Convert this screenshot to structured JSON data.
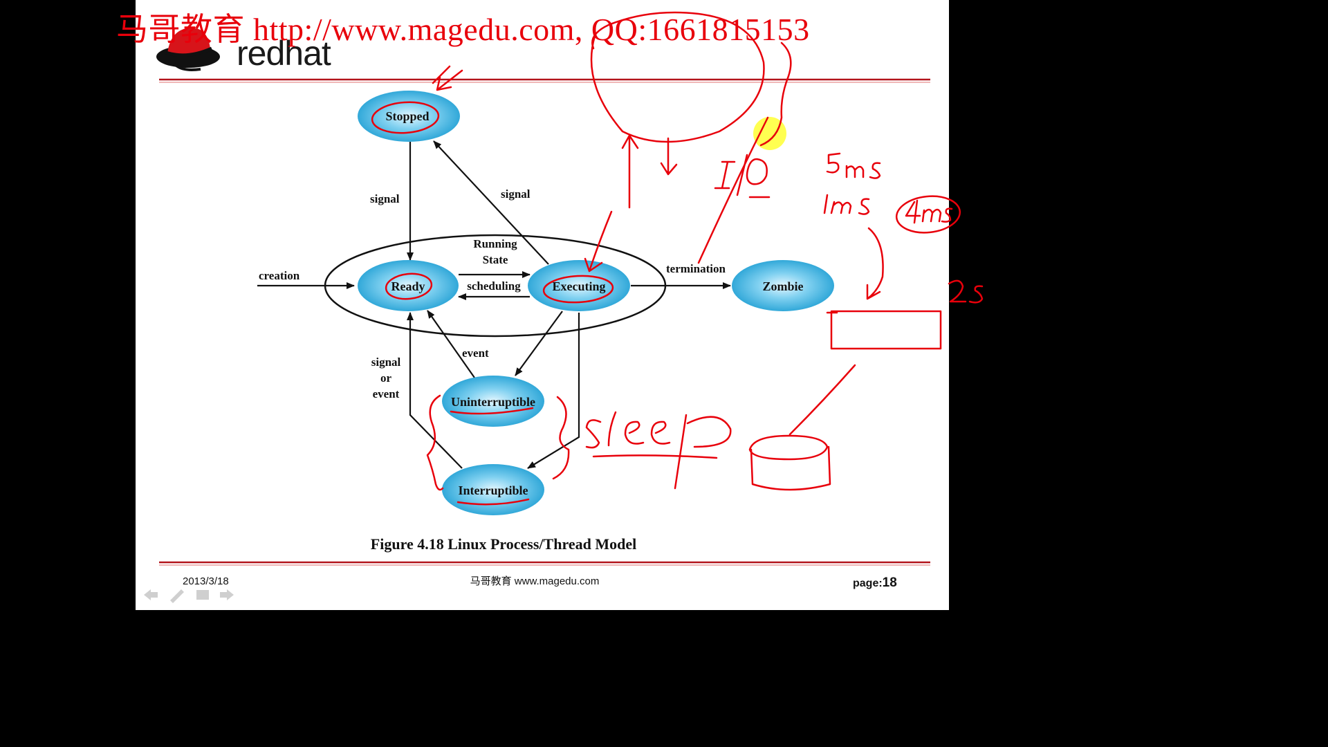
{
  "watermark": "马哥教育 http://www.magedu.com, QQ:1661815153",
  "logo": {
    "text": "redhat"
  },
  "nodes": {
    "stopped": "Stopped",
    "ready": "Ready",
    "executing": "Executing",
    "zombie": "Zombie",
    "uninterruptible": "Uninterruptible",
    "interruptible": "Interruptible"
  },
  "labels": {
    "running_state_1": "Running",
    "running_state_2": "State",
    "creation": "creation",
    "termination": "termination",
    "scheduling": "scheduling",
    "signal_left": "signal",
    "signal_right": "signal",
    "event": "event",
    "signal_or_event_1": "signal",
    "signal_or_event_2": "or",
    "signal_or_event_3": "event"
  },
  "caption": "Figure 4.18   Linux Process/Thread Model",
  "footer": {
    "date": "2013/3/18",
    "center": "马哥教育 www.magedu.com",
    "page_label": "page:",
    "page_number": "18"
  },
  "annotations": {
    "io": "I/O",
    "ms5": "5ms",
    "ms1": "1ms",
    "ms4": "4ms",
    "s2": "2s",
    "sleep": "sleep"
  },
  "colors": {
    "node_fill": "#39b0dc",
    "ink_red": "#e8000b",
    "rule_red": "#b3141b",
    "highlight": "#ffff33"
  },
  "nav_icons": [
    "arrow-left-icon",
    "pen-icon",
    "menu-icon",
    "arrow-right-icon"
  ]
}
